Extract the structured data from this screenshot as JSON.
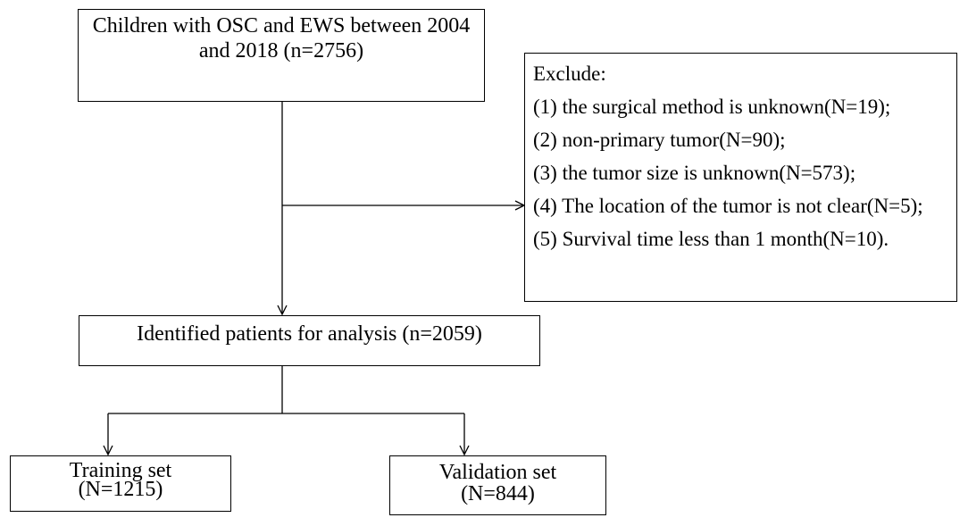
{
  "nodes": {
    "source": {
      "line1": "Children with  OSC and EWS between 2004",
      "line2": "and 2018 (n=2756)"
    },
    "exclude": {
      "heading": "Exclude:",
      "items": [
        "(1) the surgical method is unknown(N=19);",
        "(2) non-primary tumor(N=90);",
        "(3) the tumor size is unknown(N=573);",
        "(4) The location of the tumor is not clear(N=5);",
        "(5) Survival time less than 1 month(N=10)."
      ]
    },
    "identified": {
      "label": "Identified patients for analysis (n=2059)"
    },
    "training": {
      "line1": "Training set",
      "line2": "(N=1215)"
    },
    "validation": {
      "line1": "Validation set",
      "line2": "(N=844)"
    }
  },
  "edges": [
    {
      "from": "source",
      "to": "identified"
    },
    {
      "from": "source",
      "to": "exclude"
    },
    {
      "from": "identified",
      "to": "training"
    },
    {
      "from": "identified",
      "to": "validation"
    }
  ]
}
